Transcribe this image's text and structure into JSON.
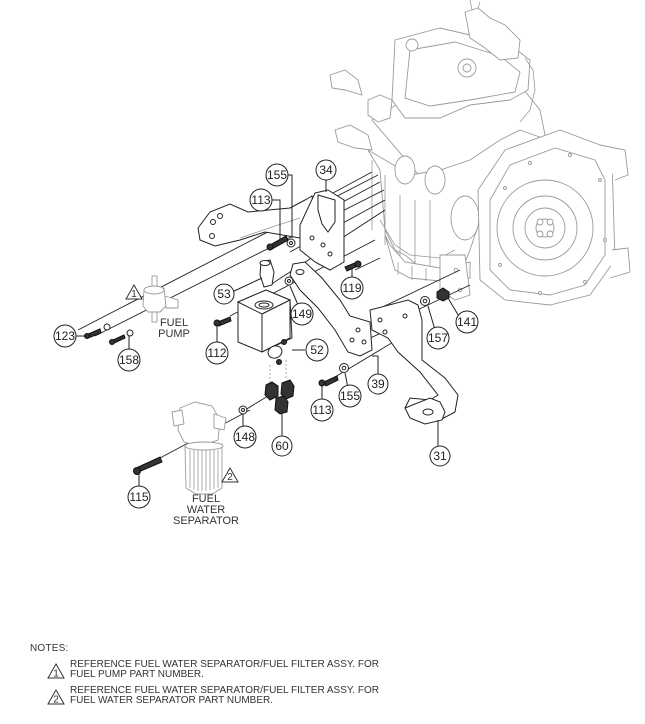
{
  "diagram": {
    "title": "Fuel system mounting exploded view",
    "callouts": [
      {
        "id": "c34",
        "label": "34"
      },
      {
        "id": "c155a",
        "label": "155"
      },
      {
        "id": "c113a",
        "label": "113"
      },
      {
        "id": "c53",
        "label": "53"
      },
      {
        "id": "c119",
        "label": "119"
      },
      {
        "id": "c149",
        "label": "149"
      },
      {
        "id": "c123",
        "label": "123"
      },
      {
        "id": "c158",
        "label": "158"
      },
      {
        "id": "c112",
        "label": "112"
      },
      {
        "id": "c52",
        "label": "52"
      },
      {
        "id": "c141",
        "label": "141"
      },
      {
        "id": "c157",
        "label": "157"
      },
      {
        "id": "c39",
        "label": "39"
      },
      {
        "id": "c113b",
        "label": "113"
      },
      {
        "id": "c155b",
        "label": "155"
      },
      {
        "id": "c148",
        "label": "148"
      },
      {
        "id": "c60",
        "label": "60"
      },
      {
        "id": "c31",
        "label": "31"
      },
      {
        "id": "c115",
        "label": "115"
      }
    ],
    "labels": {
      "fuel_pump": [
        "FUEL",
        "PUMP"
      ],
      "fuel_water_separator": [
        "FUEL",
        "WATER",
        "SEPARATOR"
      ]
    },
    "note_markers": {
      "fuel_pump": "1",
      "fuel_water_separator": "2"
    }
  },
  "notes": {
    "title": "NOTES:",
    "items": [
      {
        "marker": "1",
        "lines": [
          "REFERENCE FUEL WATER SEPARATOR/FUEL FILTER ASSY. FOR",
          "FUEL PUMP PART NUMBER."
        ]
      },
      {
        "marker": "2",
        "lines": [
          "REFERENCE FUEL WATER SEPARATOR/FUEL FILTER ASSY. FOR",
          "FUEL WATER SEPARATOR PART NUMBER."
        ]
      }
    ]
  }
}
